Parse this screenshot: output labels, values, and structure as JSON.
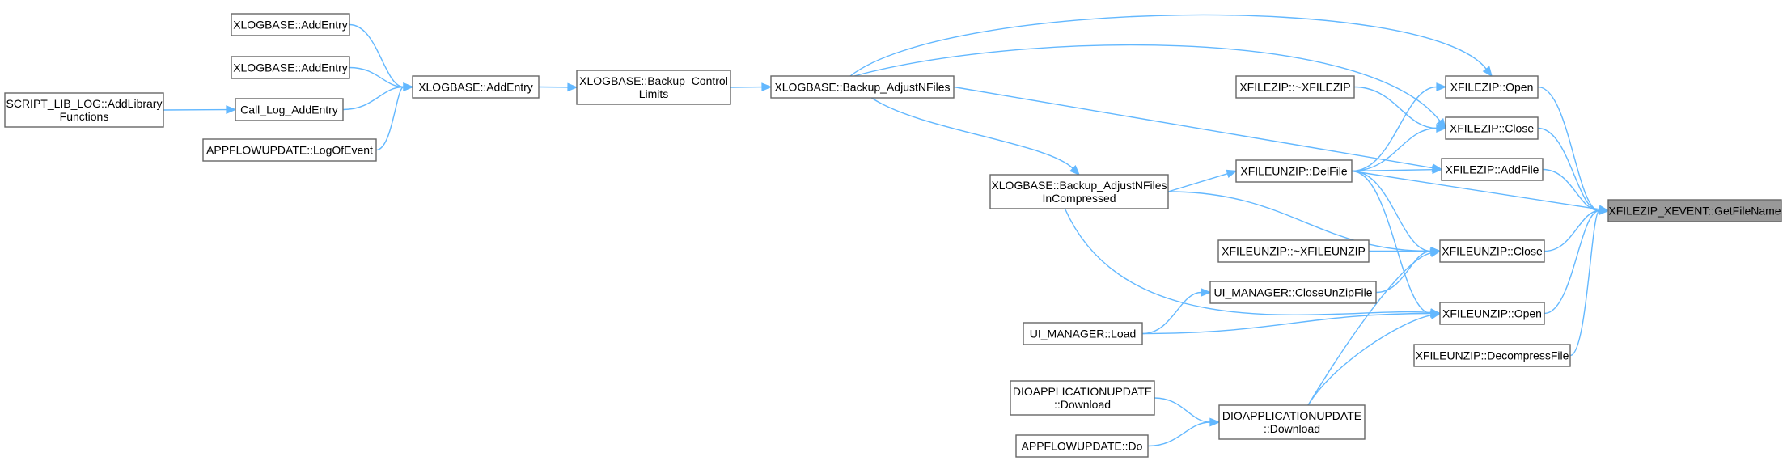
{
  "colors": {
    "edge": "#63b8ff",
    "node_border": "#666666",
    "highlight_fill": "#999999"
  },
  "nodes": {
    "n1": {
      "lines": [
        "XLOGBASE::AddEntry"
      ]
    },
    "n2": {
      "lines": [
        "XLOGBASE::AddEntry"
      ]
    },
    "n3": {
      "lines": [
        "SCRIPT_LIB_LOG::AddLibrary",
        "Functions"
      ]
    },
    "n4": {
      "lines": [
        "Call_Log_AddEntry"
      ]
    },
    "n5": {
      "lines": [
        "APPFLOWUPDATE::LogOfEvent"
      ]
    },
    "n6": {
      "lines": [
        "XLOGBASE::AddEntry"
      ]
    },
    "n7": {
      "lines": [
        "XLOGBASE::Backup_Control",
        "Limits"
      ]
    },
    "n8": {
      "lines": [
        "XLOGBASE::Backup_AdjustNFiles"
      ]
    },
    "n9": {
      "lines": [
        "XLOGBASE::Backup_AdjustNFiles",
        "InCompressed"
      ]
    },
    "n10": {
      "lines": [
        "XFILEZIP::~XFILEZIP"
      ]
    },
    "n11": {
      "lines": [
        "XFILEUNZIP::DelFile"
      ]
    },
    "n12": {
      "lines": [
        "XFILEUNZIP::~XFILEUNZIP"
      ]
    },
    "n13": {
      "lines": [
        "UI_MANAGER::CloseUnZipFile"
      ]
    },
    "n14": {
      "lines": [
        "UI_MANAGER::Load"
      ]
    },
    "n15": {
      "lines": [
        "DIOAPPLICATIONUPDATE",
        "::Download"
      ]
    },
    "n16": {
      "lines": [
        "APPFLOWUPDATE::Do"
      ]
    },
    "n17": {
      "lines": [
        "DIOAPPLICATIONUPDATE",
        "::Download"
      ]
    },
    "n18": {
      "lines": [
        "XFILEZIP::Open"
      ]
    },
    "n19": {
      "lines": [
        "XFILEZIP::Close"
      ]
    },
    "n20": {
      "lines": [
        "XFILEZIP::AddFile"
      ]
    },
    "n21": {
      "lines": [
        "XFILEUNZIP::Close"
      ]
    },
    "n22": {
      "lines": [
        "XFILEUNZIP::Open"
      ]
    },
    "n23": {
      "lines": [
        "XFILEUNZIP::DecompressFile"
      ]
    },
    "n24": {
      "lines": [
        "XFILEZIP_XEVENT::GetFileName"
      ],
      "highlight": true
    }
  }
}
